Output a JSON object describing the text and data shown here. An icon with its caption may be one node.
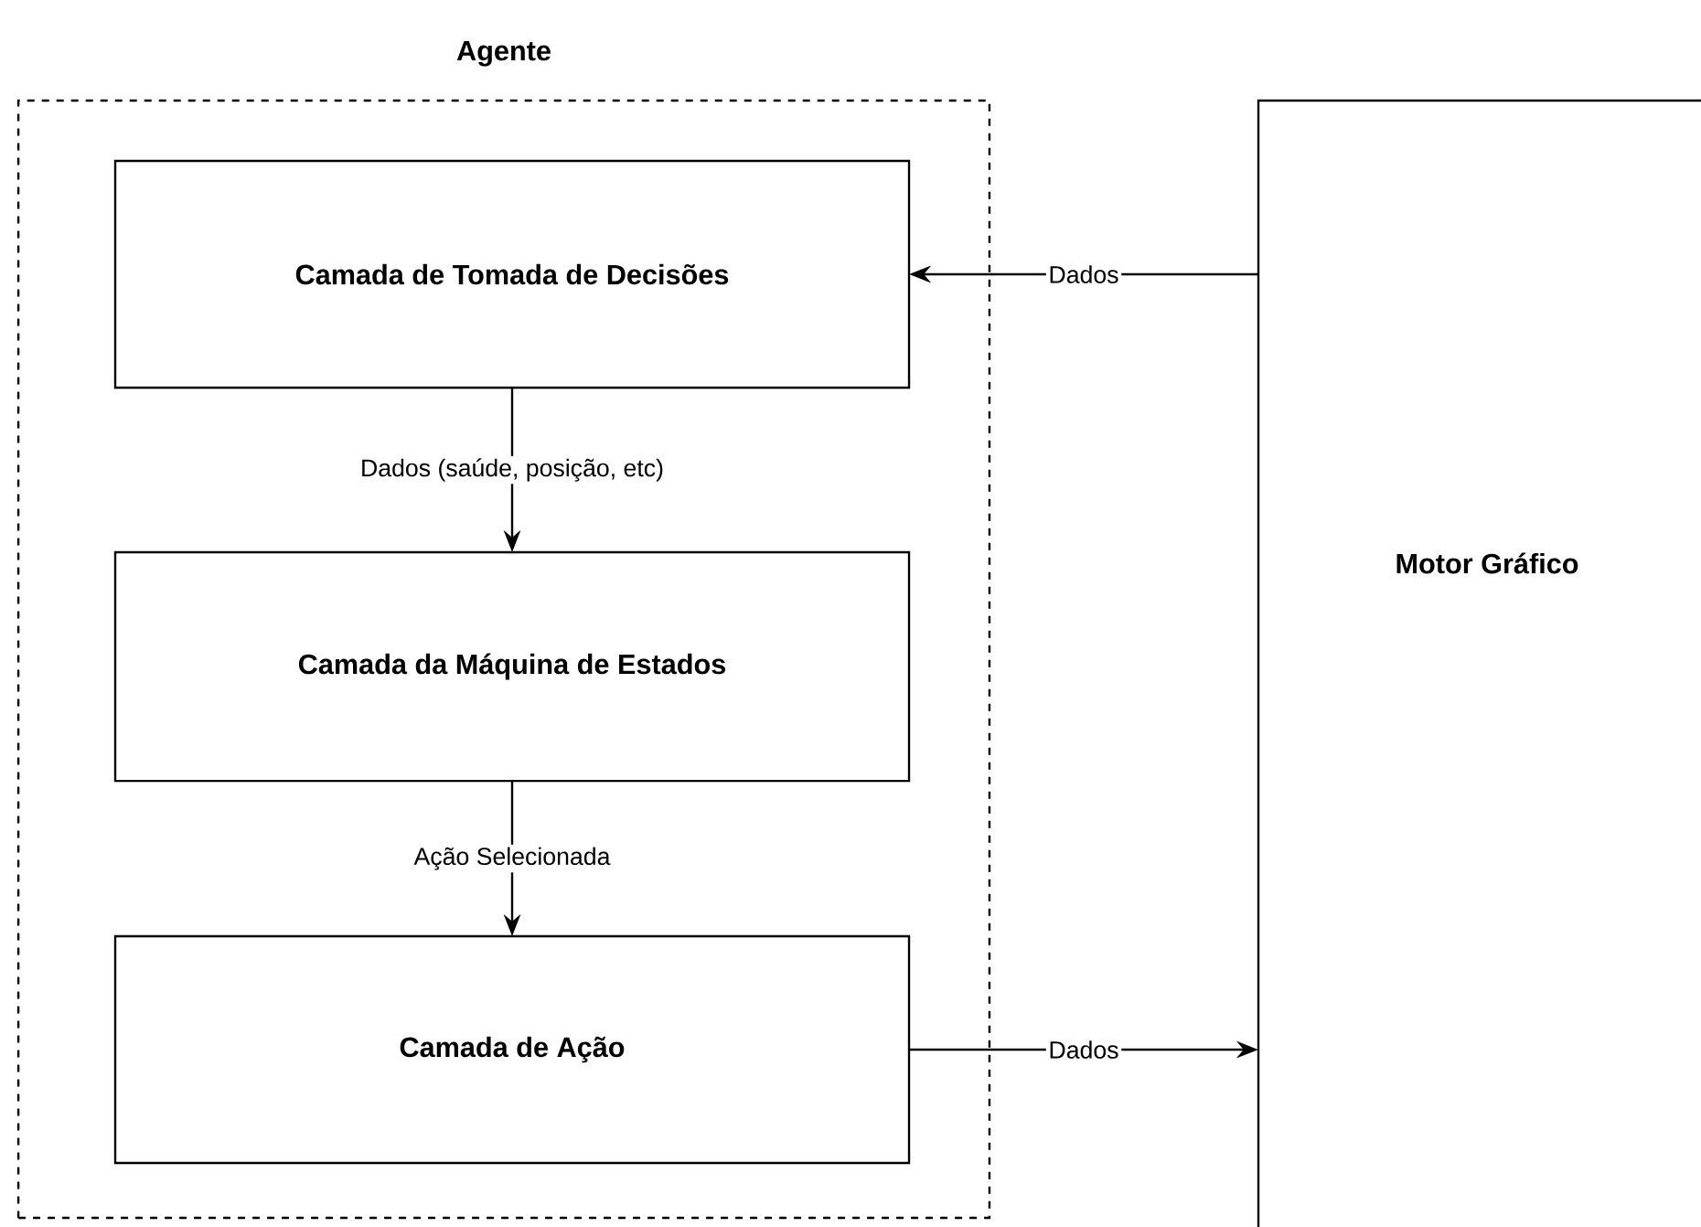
{
  "diagram": {
    "nodes": [
      {
        "text": [
          "Agente"
        ]
      },
      {
        "text": [
          "Camada de Tomada de Decisões"
        ],
        "in": 0
      },
      {
        "text": [
          "Camada da Máquina de Estados"
        ],
        "in": 0
      },
      {
        "text": [
          "Camada de Ação"
        ],
        "in": 0
      },
      {
        "text": [
          "Motor Gráfico"
        ]
      }
    ],
    "edges": [
      {
        "from": 4,
        "to": 1,
        "arrow": "to",
        "label": "Dados"
      },
      {
        "from": 1,
        "to": 2,
        "arrow": "to",
        "label": "Dados (saúde, posição, etc)"
      },
      {
        "from": 2,
        "to": 3,
        "arrow": "to",
        "label": "Ação Selecionada"
      },
      {
        "from": 3,
        "to": 4,
        "arrow": "to",
        "label": "Dados"
      }
    ]
  }
}
